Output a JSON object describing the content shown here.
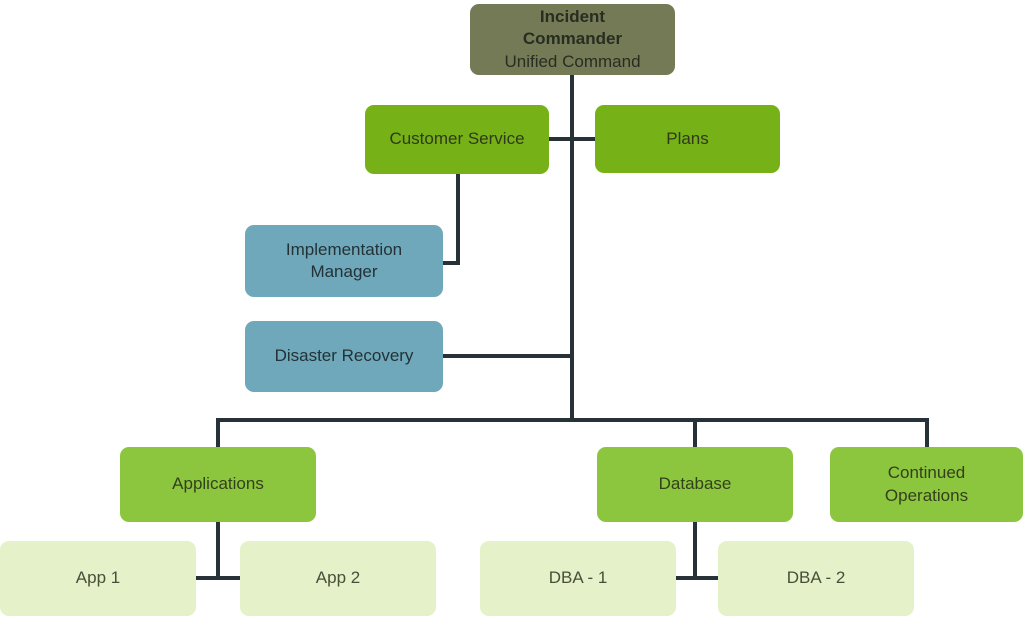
{
  "colors": {
    "incident_commander_bg": "#757a56",
    "green_bg": "#76b117",
    "mid_green_bg": "#8cc63e",
    "teal_bg": "#6fa8ba",
    "pale_green_bg": "#e5f1c8",
    "connector": "#263238"
  },
  "nodes": {
    "incident_commander": {
      "title": "Incident Commander",
      "subtitle": "Unified Command"
    },
    "customer_service": {
      "label": "Customer Service"
    },
    "plans": {
      "label": "Plans"
    },
    "implementation_manager": {
      "label": "Implementation Manager"
    },
    "disaster_recovery": {
      "label": "Disaster Recovery"
    },
    "applications": {
      "label": "Applications"
    },
    "database": {
      "label": "Database"
    },
    "continued_operations": {
      "label": "Continued Operations"
    },
    "app_1": {
      "label": "App 1"
    },
    "app_2": {
      "label": "App 2"
    },
    "dba_1": {
      "label": "DBA - 1"
    },
    "dba_2": {
      "label": "DBA - 2"
    }
  }
}
